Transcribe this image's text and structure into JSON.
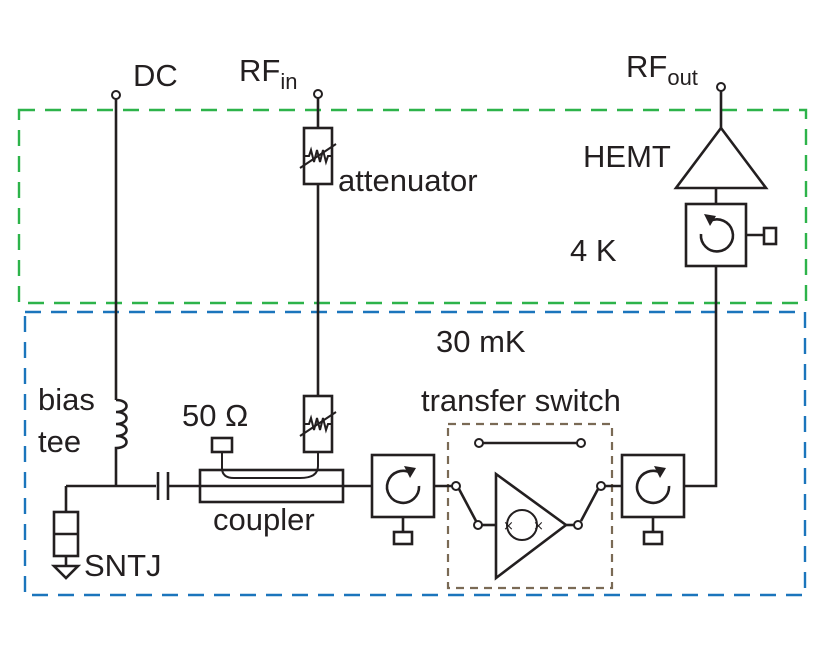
{
  "labels": {
    "dc": "DC",
    "rf_in": "RF",
    "rf_in_sub": "in",
    "rf_out": "RF",
    "rf_out_sub": "out",
    "hemt": "HEMT",
    "attenuator": "attenuator",
    "stage_4k": "4 K",
    "stage_30mk": "30 mK",
    "bias": "bias",
    "tee": "tee",
    "fifty_ohm": "50 Ω",
    "transfer_switch": "transfer switch",
    "coupler": "coupler",
    "sntj": "SNTJ"
  },
  "colors": {
    "stage_4k": "#2db34a",
    "stage_30mk": "#1b75bc",
    "transfer_switch": "#7a6a55",
    "wire": "#231f20"
  }
}
